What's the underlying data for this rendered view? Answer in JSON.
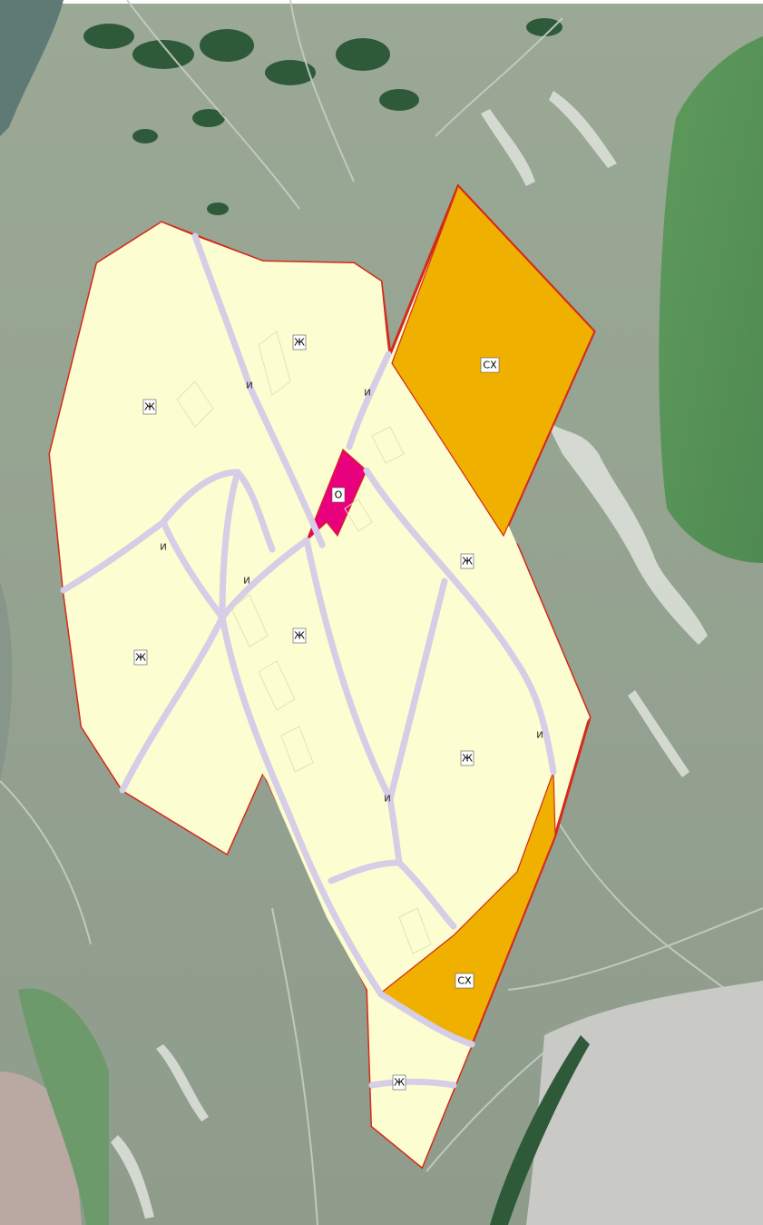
{
  "map": {
    "legend_colors": {
      "residential": "#fdfdd2",
      "agricultural": "#f0b000",
      "public": "#e8007c",
      "boundary": "#d42a1a",
      "road": "#d6cde6"
    },
    "zones": [
      {
        "id": "res-nw",
        "code": "Ж",
        "category": "residential"
      },
      {
        "id": "res-n",
        "code": "Ж",
        "category": "residential"
      },
      {
        "id": "res-w",
        "code": "Ж",
        "category": "residential"
      },
      {
        "id": "res-center",
        "code": "Ж",
        "category": "residential"
      },
      {
        "id": "res-e",
        "code": "Ж",
        "category": "residential"
      },
      {
        "id": "res-se",
        "code": "Ж",
        "category": "residential"
      },
      {
        "id": "res-s",
        "code": "Ж",
        "category": "residential"
      },
      {
        "id": "agr-ne",
        "code": "СХ",
        "category": "agricultural"
      },
      {
        "id": "agr-s",
        "code": "СХ",
        "category": "agricultural"
      },
      {
        "id": "pub-center",
        "code": "О",
        "category": "public"
      }
    ],
    "road_labels": [
      "И",
      "И",
      "И",
      "И",
      "И",
      "И"
    ]
  }
}
